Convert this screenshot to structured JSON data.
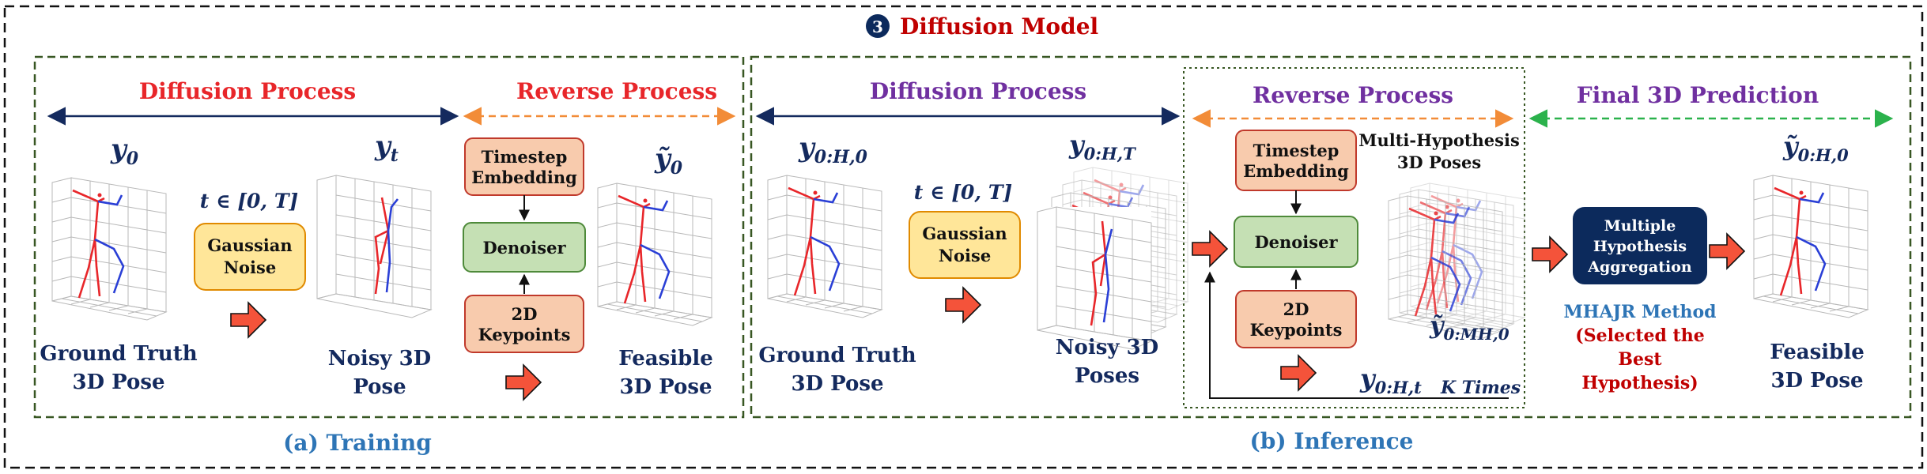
{
  "header": {
    "badge": "3",
    "title": "Diffusion Model"
  },
  "training": {
    "caption": "(a) Training",
    "diffusion_title": "Diffusion Process",
    "reverse_title": "Reverse Process",
    "y0_label": "y",
    "y0_sub": "0",
    "yt_label": "y",
    "yt_sub": "t",
    "ytilde_label": "ỹ",
    "ytilde_sub": "0",
    "t_range": "t ∈ [0, T]",
    "gt_label_1": "Ground Truth",
    "gt_label_2": "3D Pose",
    "noisy_label_1": "Noisy 3D",
    "noisy_label_2": "Pose",
    "feasible_label_1": "Feasible",
    "feasible_label_2": "3D Pose",
    "gaussian_1": "Gaussian",
    "gaussian_2": "Noise",
    "timestep_1": "Timestep",
    "timestep_2": "Embedding",
    "denoiser": "Denoiser",
    "keypoints_1": "2D",
    "keypoints_2": "Keypoints"
  },
  "inference": {
    "caption": "(b) Inference",
    "diffusion_title": "Diffusion Process",
    "reverse_title": "Reverse Process",
    "final_title": "Final 3D Prediction",
    "y0_label": "y",
    "y0_sub": "0:H,0",
    "yT_label": "y",
    "yT_sub": "0:H,T",
    "ytilde_label": "ỹ",
    "ytilde_sub": "0:H,0",
    "ymh_label": "ỹ",
    "ymh_sub": "0:MH,0",
    "yt_label": "y",
    "yt_sub": "0:H,t",
    "t_range": "t ∈ [0, T]",
    "gt_label_1": "Ground Truth",
    "gt_label_2": "3D Pose",
    "noisy_label_1": "Noisy 3D",
    "noisy_label_2": "Poses",
    "multi_label_1": "Multi-Hypothesis",
    "multi_label_2": "3D Poses",
    "feasible_label_1": "Feasible",
    "feasible_label_2": "3D Pose",
    "gaussian_1": "Gaussian",
    "gaussian_2": "Noise",
    "timestep_1": "Timestep",
    "timestep_2": "Embedding",
    "denoiser": "Denoiser",
    "keypoints_1": "2D",
    "keypoints_2": "Keypoints",
    "k_times": "K Times",
    "aggregation_1": "Multiple",
    "aggregation_2": "Hypothesis",
    "aggregation_3": "Aggregation",
    "method_1": "MHAJR Method",
    "method_2": "(Selected the",
    "method_3": "Best",
    "method_4": "Hypothesis)"
  },
  "colors": {
    "title_red": "#c00000",
    "purple": "#7030a0",
    "caption_blue": "#2e75b6",
    "navy": "#142a5e",
    "gaussian_fill": "#ffe699",
    "gaussian_stroke": "#e08a00",
    "peach_fill": "#f8cbad",
    "peach_stroke": "#c0392b",
    "green_fill": "#c5e0b4",
    "green_stroke": "#4e8a3a",
    "navy_box": "#0c2a5c",
    "arrow_red": "#f4533a",
    "orange_dash": "#f28c38",
    "green_dash": "#2bb24c",
    "frame_green": "#385723"
  },
  "icons": [
    "block-arrow-icon",
    "pose-plot-icon"
  ]
}
